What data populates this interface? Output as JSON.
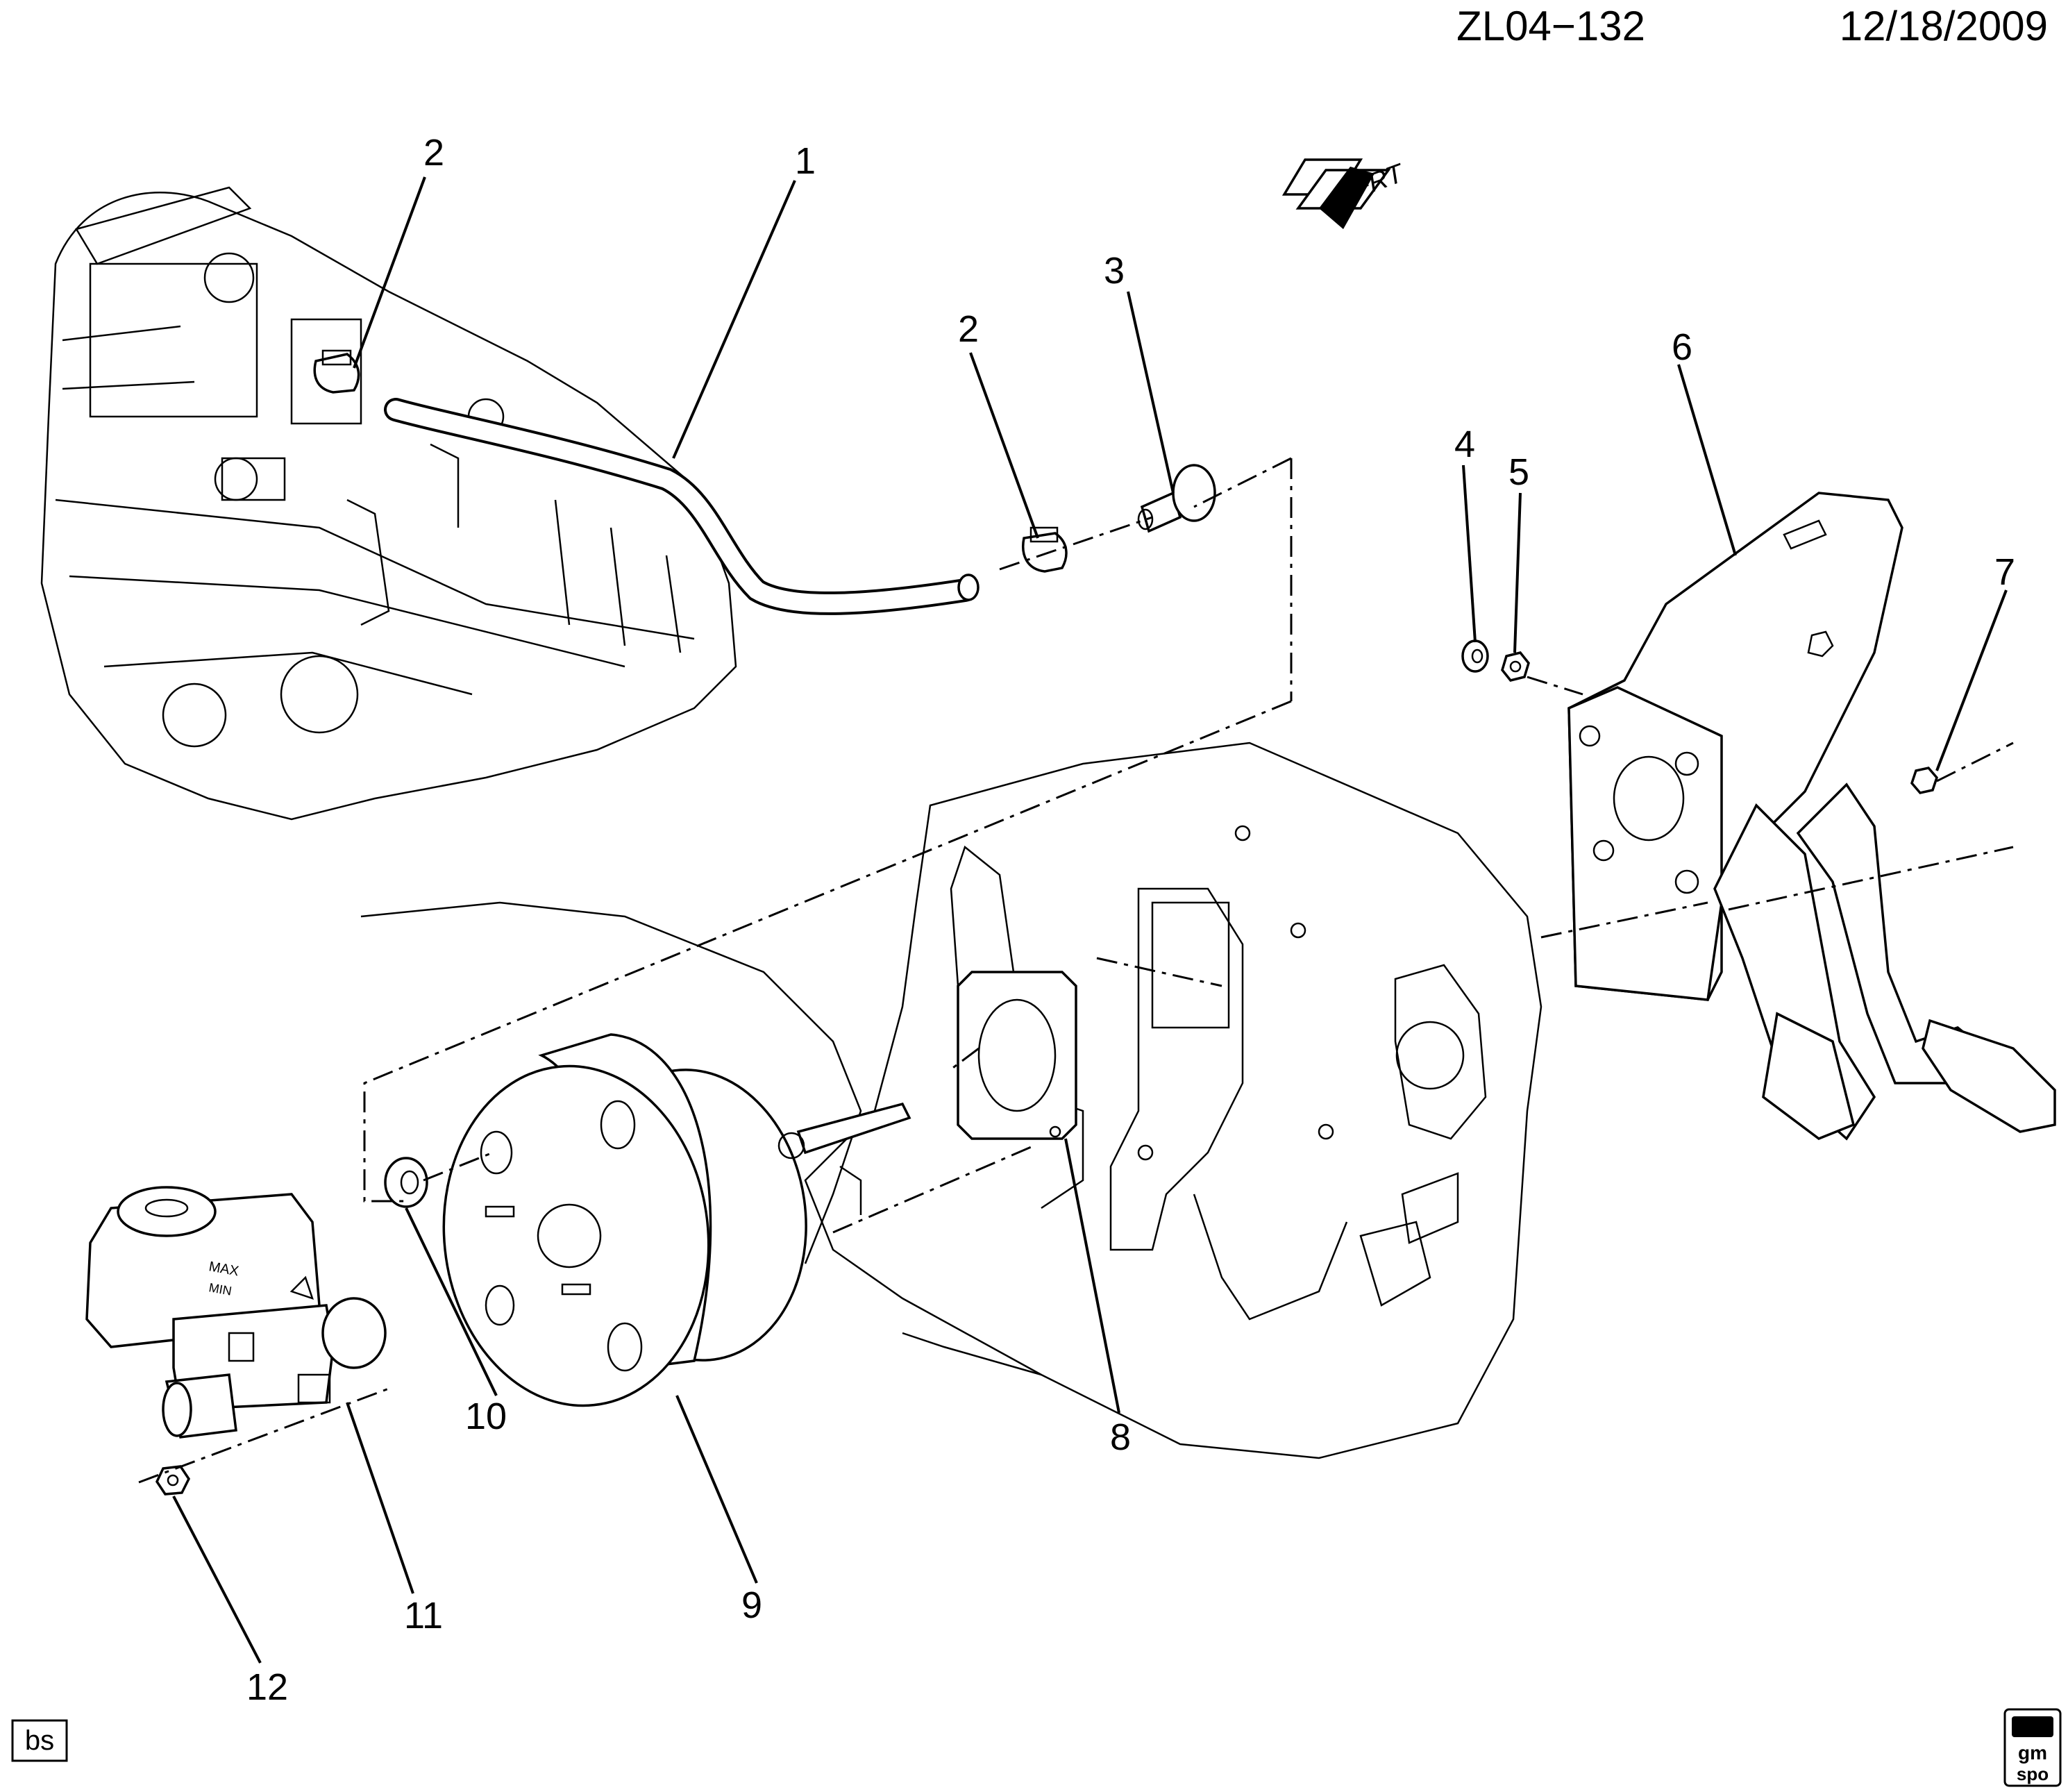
{
  "header": {
    "diagram_code": "ZL04−132",
    "date": "12/18/2009"
  },
  "direction_arrow": {
    "label": "FRT",
    "icon": "front-direction-arrow-icon"
  },
  "callouts": [
    "1",
    "2",
    "2",
    "3",
    "4",
    "5",
    "6",
    "7",
    "8",
    "9",
    "10",
    "11",
    "12"
  ],
  "corner_tags": {
    "bottom_left": "bs",
    "bottom_right_logo_top": "gm",
    "bottom_right_logo_bottom": "spo"
  }
}
